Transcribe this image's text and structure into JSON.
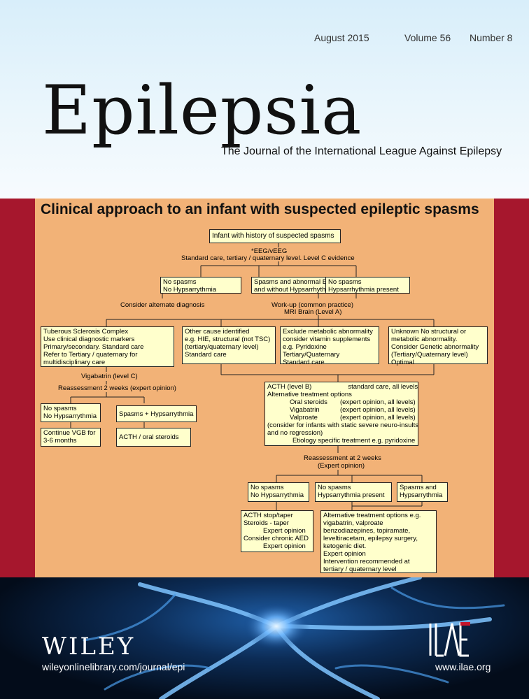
{
  "header": {
    "issue_date": "August 2015",
    "volume": "Volume 56",
    "number": "Number 8",
    "journal_title": "Epilepsia",
    "subtitle": "The Journal of the International League Against Epilepsy"
  },
  "flowchart": {
    "title": "Clinical approach to an infant with suspected epileptic spasms",
    "start": "Infant with history of suspected spasms",
    "eeg_label": "*EEG/vEEG",
    "eeg_care": "Standard care, tertiary / quaternary level. Level C evidence",
    "no_spasms_1": {
      "l1": "No spasms",
      "l2": "No Hypsarrythmia"
    },
    "spasms_abnormal": {
      "l1": "Spasms and abnormal EEG, with",
      "l2": "and without Hypsarrhythmia"
    },
    "no_spasms_hyps": {
      "l1": "No spasms",
      "l2": "Hypsarrhythmia present"
    },
    "consider_alt": "Consider alternate diagnosis",
    "workup_1": "Work-up (common practice)",
    "workup_2": "MRI Brain (Level A)",
    "tsc": {
      "l1": "Tuberous Sclerosis Complex",
      "l2": "Use clinical diagnostic markers",
      "l3": "Primary/secondary. Standard care",
      "l4": "Refer to Tertiary / quaternary for",
      "l5": "multidisciplinary care"
    },
    "other_cause": {
      "l1": "Other cause identified",
      "l2": "e.g. HIE, structural (not TSC)",
      "l3": "(tertiary/quaternary level)",
      "l4": "Standard care"
    },
    "metabolic": {
      "l1": "Exclude metabolic abnormality",
      "l2": "consider vitamin supplements",
      "l3": "e.g. Pyridoxine",
      "l4": "Tertiary/Quaternary",
      "l5": "Standard care"
    },
    "unknown": {
      "l1": "Unknown No structural or",
      "l2": "metabolic abnormality.",
      "l3": "Consider Genetic abnormality",
      "l4": "(Tertiary/Quaternary level)",
      "l5": "Optimal"
    },
    "vigabatrin": "Vigabatrin (level C)",
    "reassess_1": "Reassessment 2 weeks (expert opinion)",
    "no_spasms_2": {
      "l1": "No spasms",
      "l2": "No Hypsarrythmia"
    },
    "spasms_hyps": "Spasms + Hypsarrythmia",
    "continue_vgb": {
      "l1": "Continue VGB for",
      "l2": "3-6 months"
    },
    "acth_oral": "ACTH / oral steroids",
    "acth_box": {
      "l1a": "ACTH (level B)",
      "l1b": "standard care, all levels",
      "l2": "Alternative treatment options",
      "r1a": "Oral steroids",
      "r1b": "(expert opinion, all levels)",
      "r2a": "Vigabatrin",
      "r2b": "(expert opinion, all levels)",
      "r3a": "Valproate",
      "r3b": "(expert opinion, all levels)",
      "l6": "(consider for infants with static severe neuro-insults",
      "l7": "and no regression)",
      "l8": "Etiology specific treatment e.g. pyridoxine"
    },
    "reassess_2a": "Reassessment at 2 weeks",
    "reassess_2b": "(Expert opinion)",
    "no_spasms_3": {
      "l1": "No spasms",
      "l2": "No Hypsarrythmia"
    },
    "no_spasms_hyps_2": {
      "l1": "No spasms",
      "l2": "Hypsarrythmia present"
    },
    "spasms_and": {
      "l1": "Spasms and",
      "l2": "Hypsarrythmia"
    },
    "acth_stop": {
      "l1": "ACTH stop/taper",
      "l2": "Steroids - taper",
      "l3": "Expert opinion",
      "l4": "Consider chronic AED",
      "l5": "Expert opinion"
    },
    "alt_options": {
      "l1": "Alternative treatment options e.g.",
      "l2": "vigabatrin, valproate",
      "l3": "benzodiazepines, topiramate,",
      "l4": "leveltiracetam, epilepsy surgery,",
      "l5": "ketogenic diet.",
      "l6": "Expert opinion",
      "l7": "Intervention recommended at",
      "l8": "tertiary / quaternary level"
    }
  },
  "footer": {
    "publisher": "WILEY",
    "publisher_url": "wileyonlinelibrary.com/journal/epi",
    "society_logo": "ILAE",
    "society_url": "www.ilae.org"
  },
  "colors": {
    "band": "#a6172d",
    "panel": "#f2b277",
    "box": "#ffffcc"
  }
}
